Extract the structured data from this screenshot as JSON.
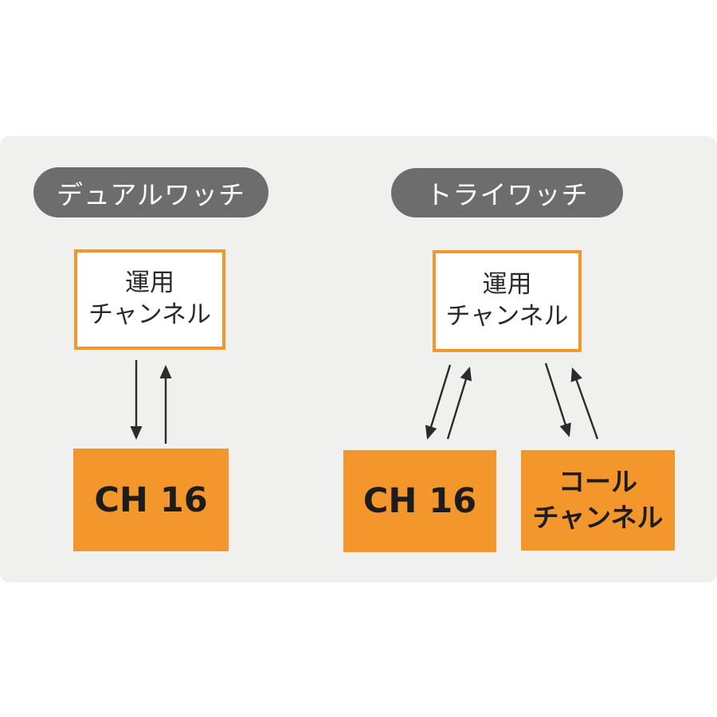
{
  "colors": {
    "page_background": "#ffffff",
    "panel_background": "#f0f0ee",
    "pill_background": "#6d6d6d",
    "pill_text": "#ffffff",
    "accent_orange": "#f3962b",
    "box_text_dark": "#1c1c1c",
    "arrow_stroke": "#2b2b2b"
  },
  "sections": [
    {
      "pill_label": "デュアルワッチ",
      "top_box": {
        "line1": "運用",
        "line2": "チャンネル"
      },
      "bottom_boxes": [
        {
          "label": "CH 16"
        }
      ]
    },
    {
      "pill_label": "トライワッチ",
      "top_box": {
        "line1": "運用",
        "line2": "チャンネル"
      },
      "bottom_boxes": [
        {
          "label": "CH 16"
        },
        {
          "line1": "コール",
          "line2": "チャンネル"
        }
      ]
    }
  ]
}
